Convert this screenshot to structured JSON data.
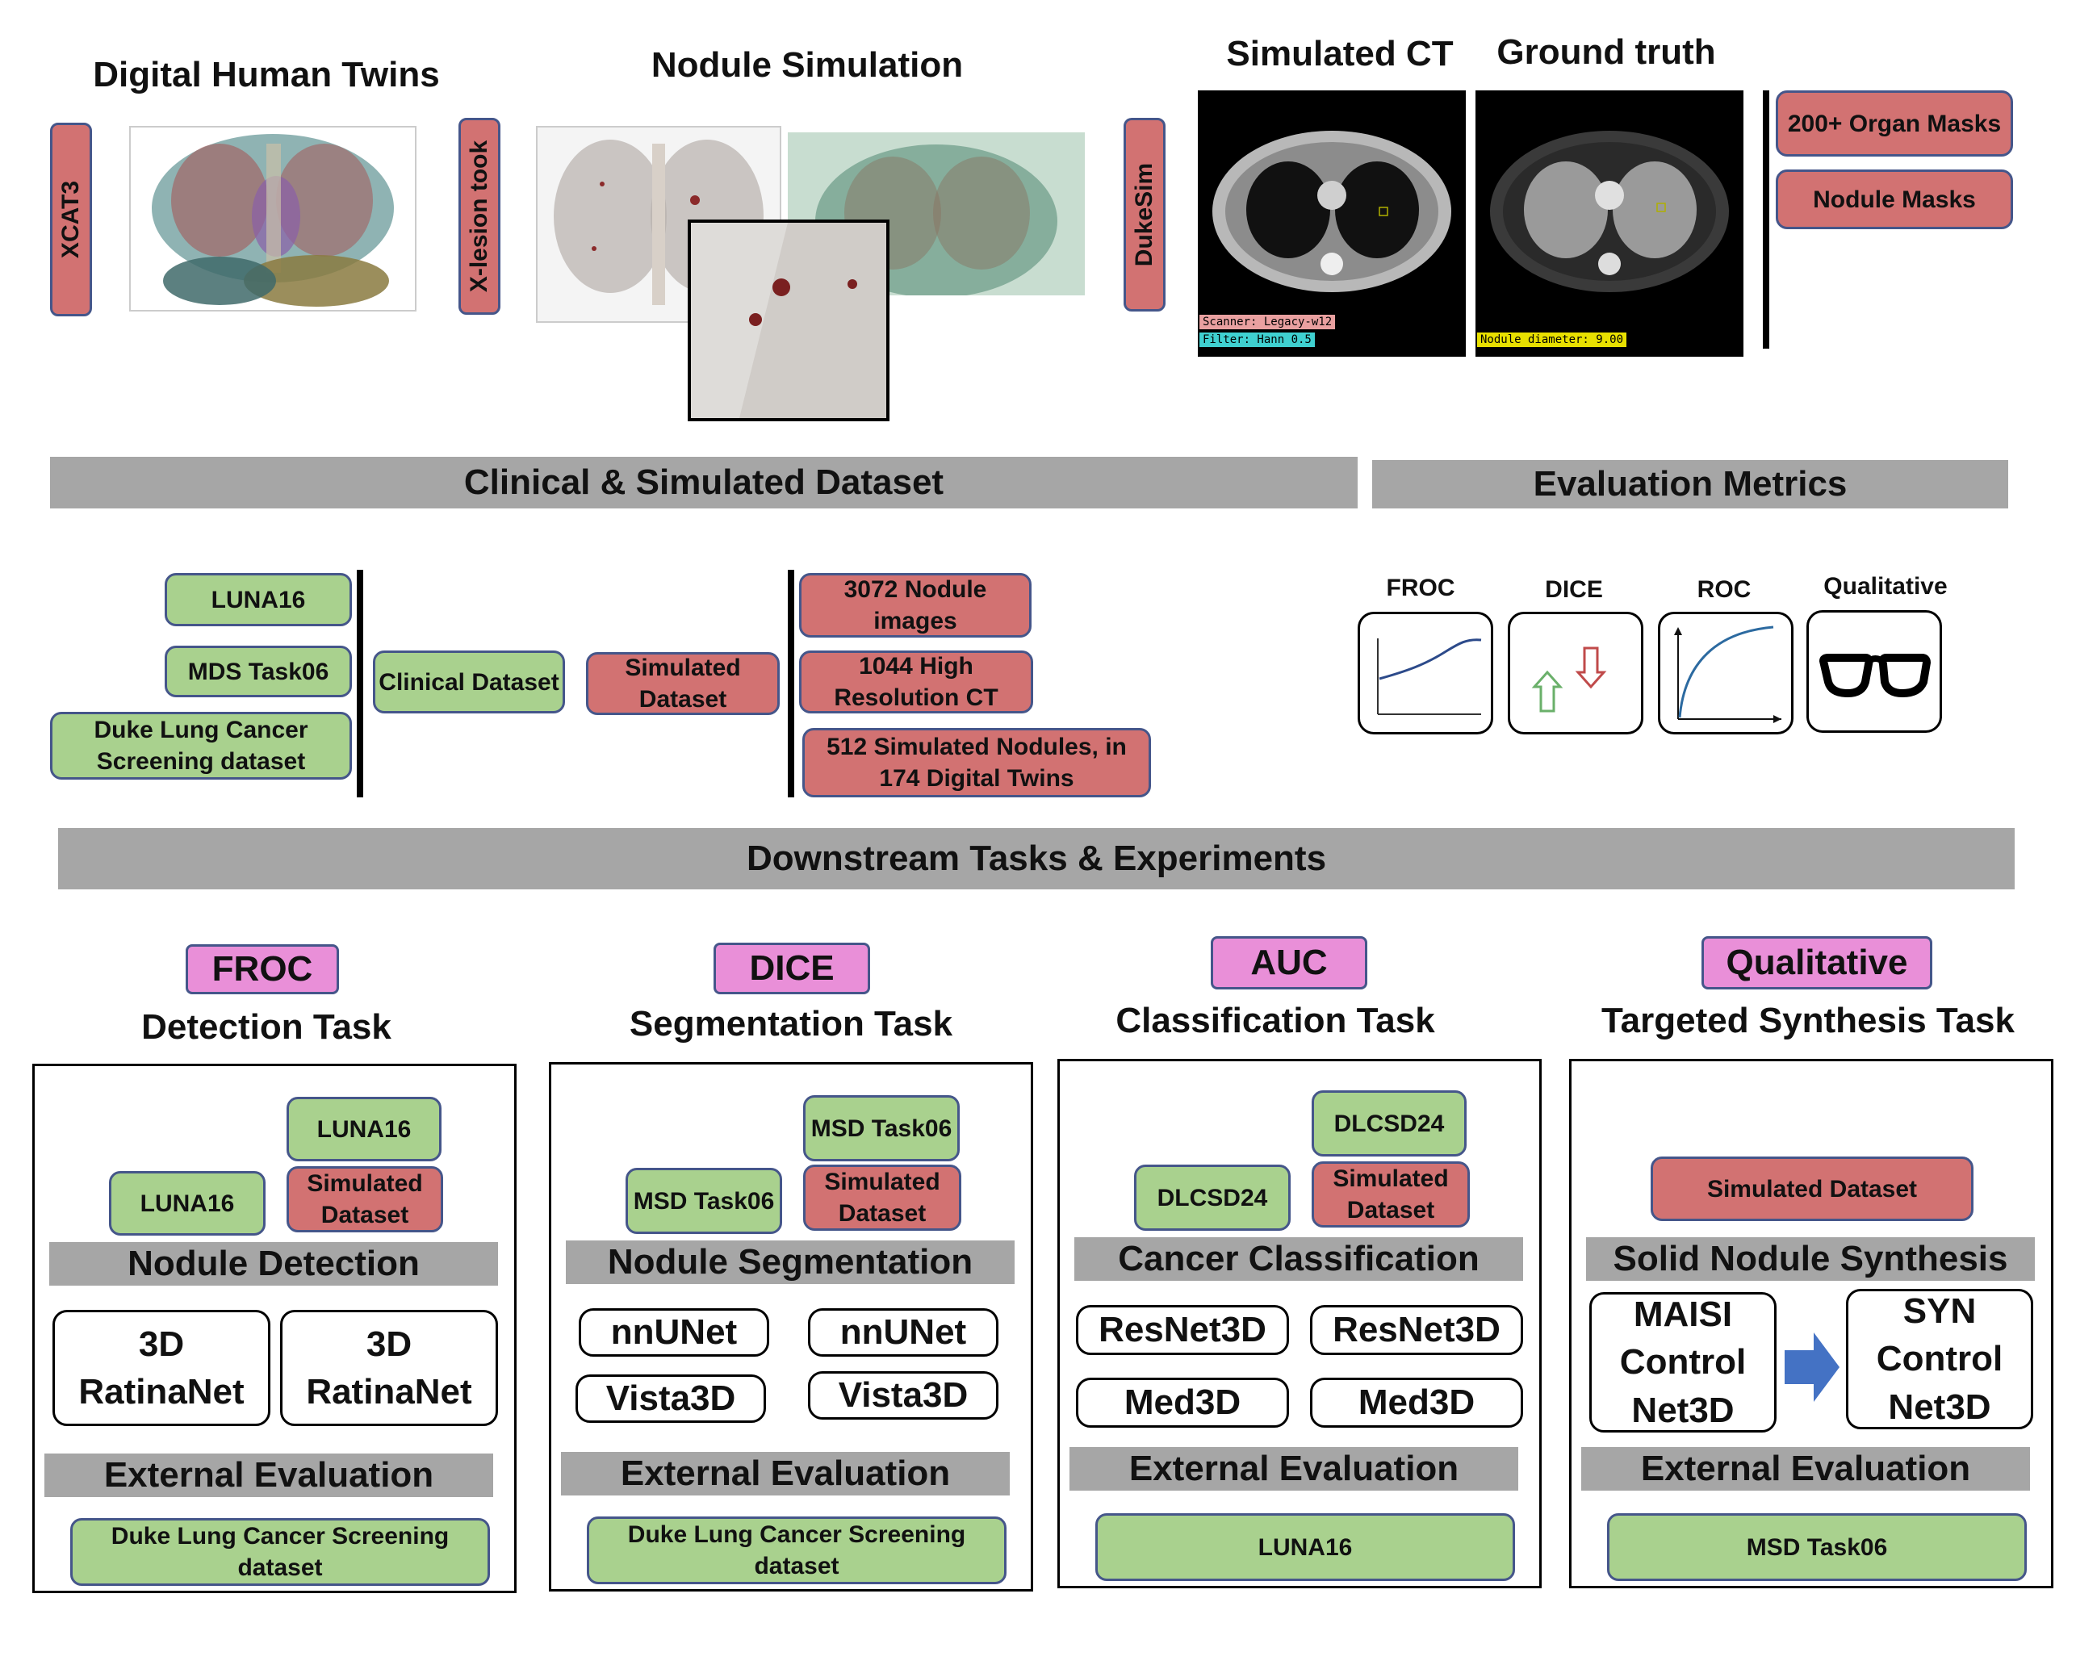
{
  "top": {
    "digital_twins_title": "Digital Human Twins",
    "nodule_sim_title": "Nodule Simulation",
    "simulated_ct_title": "Simulated CT",
    "ground_truth_title": "Ground truth",
    "xcat_label": "XCAT3",
    "xlesion_label": "X-lesion took",
    "dukesim_label": "DukeSim",
    "scanner_tag": "Scanner: Legacy-w12",
    "filter_tag": "Filter: Hann 0.5",
    "nodule_diam_tag": "Nodule diameter: 9.00",
    "masks": [
      "200+ Organ Masks",
      "Nodule Masks"
    ]
  },
  "dataset": {
    "title": "Clinical & Simulated Dataset",
    "clinical_items": [
      "LUNA16",
      "MDS Task06",
      "Duke Lung Cancer Screening dataset"
    ],
    "clinical_label": "Clinical Dataset",
    "simulated_label": "Simulated Dataset",
    "simulated_items": [
      "3072 Nodule images",
      "1044 High Resolution CT",
      "512 Simulated Nodules, in 174 Digital Twins"
    ]
  },
  "metrics": {
    "title": "Evaluation Metrics",
    "items": [
      "FROC",
      "DICE",
      "ROC",
      "Qualitative"
    ]
  },
  "downstream": {
    "title": "Downstream Tasks & Experiments",
    "tasks": [
      {
        "metric": "FROC",
        "name": "Detection Task",
        "input_a": "LUNA16",
        "input_b_top": "LUNA16",
        "input_b_bottom": "Simulated Dataset",
        "stage": "Nodule Detection",
        "models": [
          "3D RatinaNet",
          "3D RatinaNet"
        ],
        "ext_label": "External Evaluation",
        "ext_dataset": "Duke Lung Cancer Screening dataset"
      },
      {
        "metric": "DICE",
        "name": "Segmentation Task",
        "input_a": "MSD Task06",
        "input_b_top": "MSD Task06",
        "input_b_bottom": "Simulated Dataset",
        "stage": "Nodule Segmentation",
        "models": [
          "nnUNet",
          "nnUNet",
          "Vista3D",
          "Vista3D"
        ],
        "ext_label": "External Evaluation",
        "ext_dataset": "Duke Lung Cancer Screening dataset"
      },
      {
        "metric": "AUC",
        "name": "Classification Task",
        "input_a": "DLCSD24",
        "input_b_top": "DLCSD24",
        "input_b_bottom": "Simulated Dataset",
        "stage": "Cancer Classification",
        "models": [
          "ResNet3D",
          "ResNet3D",
          "Med3D",
          "Med3D"
        ],
        "ext_label": "External Evaluation",
        "ext_dataset": "LUNA16"
      },
      {
        "metric": "Qualitative",
        "name": "Targeted Synthesis Task",
        "input": "Simulated Dataset",
        "stage": "Solid Nodule Synthesis",
        "models": [
          "MAISI Control Net3D",
          "SYN Control Net3D"
        ],
        "ext_label": "External Evaluation",
        "ext_dataset": "MSD Task06"
      }
    ]
  },
  "colors": {
    "simulated_red": "#d27272",
    "clinical_green": "#a9d18e",
    "metric_pink": "#e98fd8",
    "section_grey": "#a6a6a6",
    "box_border": "#45568a",
    "arrow_blue": "#4472c4"
  }
}
